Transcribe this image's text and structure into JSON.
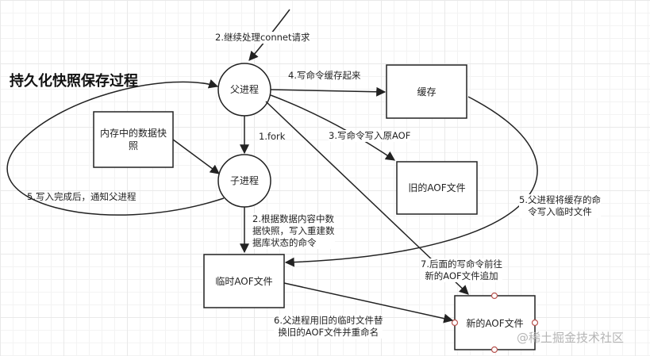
{
  "title": "持久化快照保存过程",
  "nodes": {
    "parent": "父进程",
    "child": "子进程",
    "memory": "内存中的数据快照",
    "cache": "缓存",
    "old_aof": "旧的AOF文件",
    "temp_aof": "临时AOF文件",
    "new_aof": "新的AOF文件"
  },
  "edges": {
    "e2_continue": "2.继续处理connet请求",
    "e4_cache": "4.写命令缓存起来",
    "e1_fork": "1.fork",
    "e3_write_aof": "3.写命令写入原AOF",
    "e5_notify": "5.写入完成后，通知父进程",
    "e5_parent_write": [
      "5.父进程将缓存的命",
      "令写入临时文件"
    ],
    "e2_snapshot": [
      "2.根据数据内容中数",
      "据快照，写入重建数",
      "据库状态的命令"
    ],
    "e7_append": [
      "7.后面的写命令前往",
      "新的AOF文件追加"
    ],
    "e6_replace": [
      "6.父进程用旧的临时文件替",
      "换旧的AOF文件并重命名"
    ]
  },
  "watermark": "@稀土掘金技术社区",
  "colors": {
    "stroke": "#222222",
    "handle": "#b85450",
    "grid": "#e9e9e9"
  }
}
